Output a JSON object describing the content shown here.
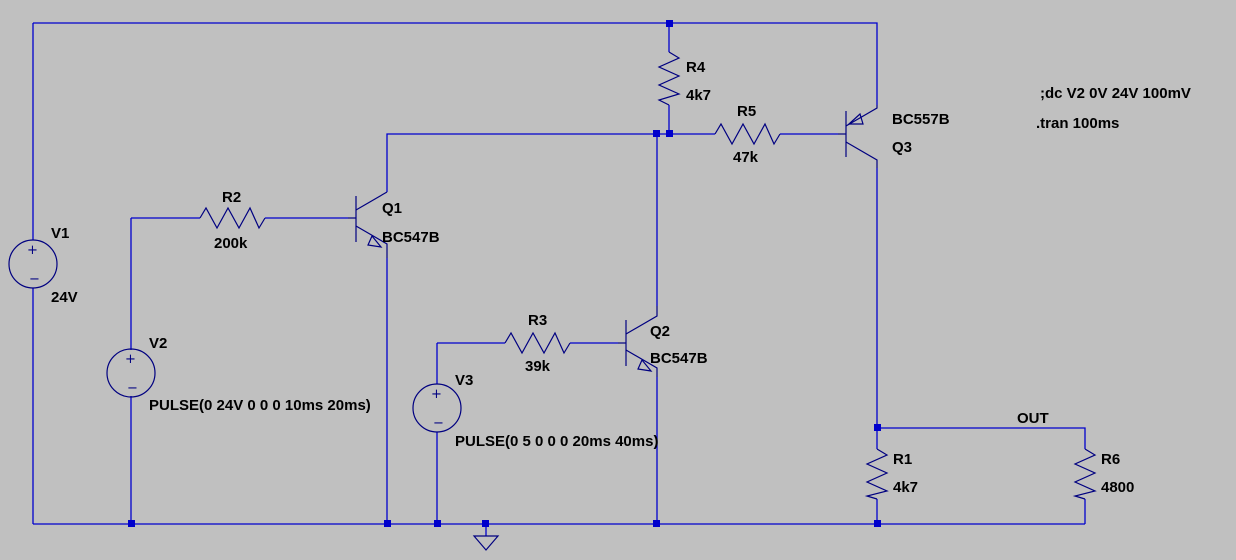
{
  "labels": {
    "v1_name": "V1",
    "v1_value": "24V",
    "v2_name": "V2",
    "v2_value": "PULSE(0 24V 0 0 0 10ms 20ms)",
    "v3_name": "V3",
    "v3_value": "PULSE(0 5 0 0 0 20ms 40ms)",
    "r1_name": "R1",
    "r1_value": "4k7",
    "r2_name": "R2",
    "r2_value": "200k",
    "r3_name": "R3",
    "r3_value": "39k",
    "r4_name": "R4",
    "r4_value": "4k7",
    "r5_name": "R5",
    "r5_value": "47k",
    "r6_name": "R6",
    "r6_value": "4800",
    "q1_name": "Q1",
    "q1_model": "BC547B",
    "q2_name": "Q2",
    "q2_model": "BC547B",
    "q3_name": "Q3",
    "q3_model": "BC557B",
    "out_net": "OUT"
  },
  "directives": {
    "dc": ";dc V2 0V 24V 100mV",
    "tran": ".tran 100ms"
  },
  "colors": {
    "background": "#c0c0c0",
    "wire": "#0000cc",
    "component": "#000080",
    "text": "#000000"
  }
}
